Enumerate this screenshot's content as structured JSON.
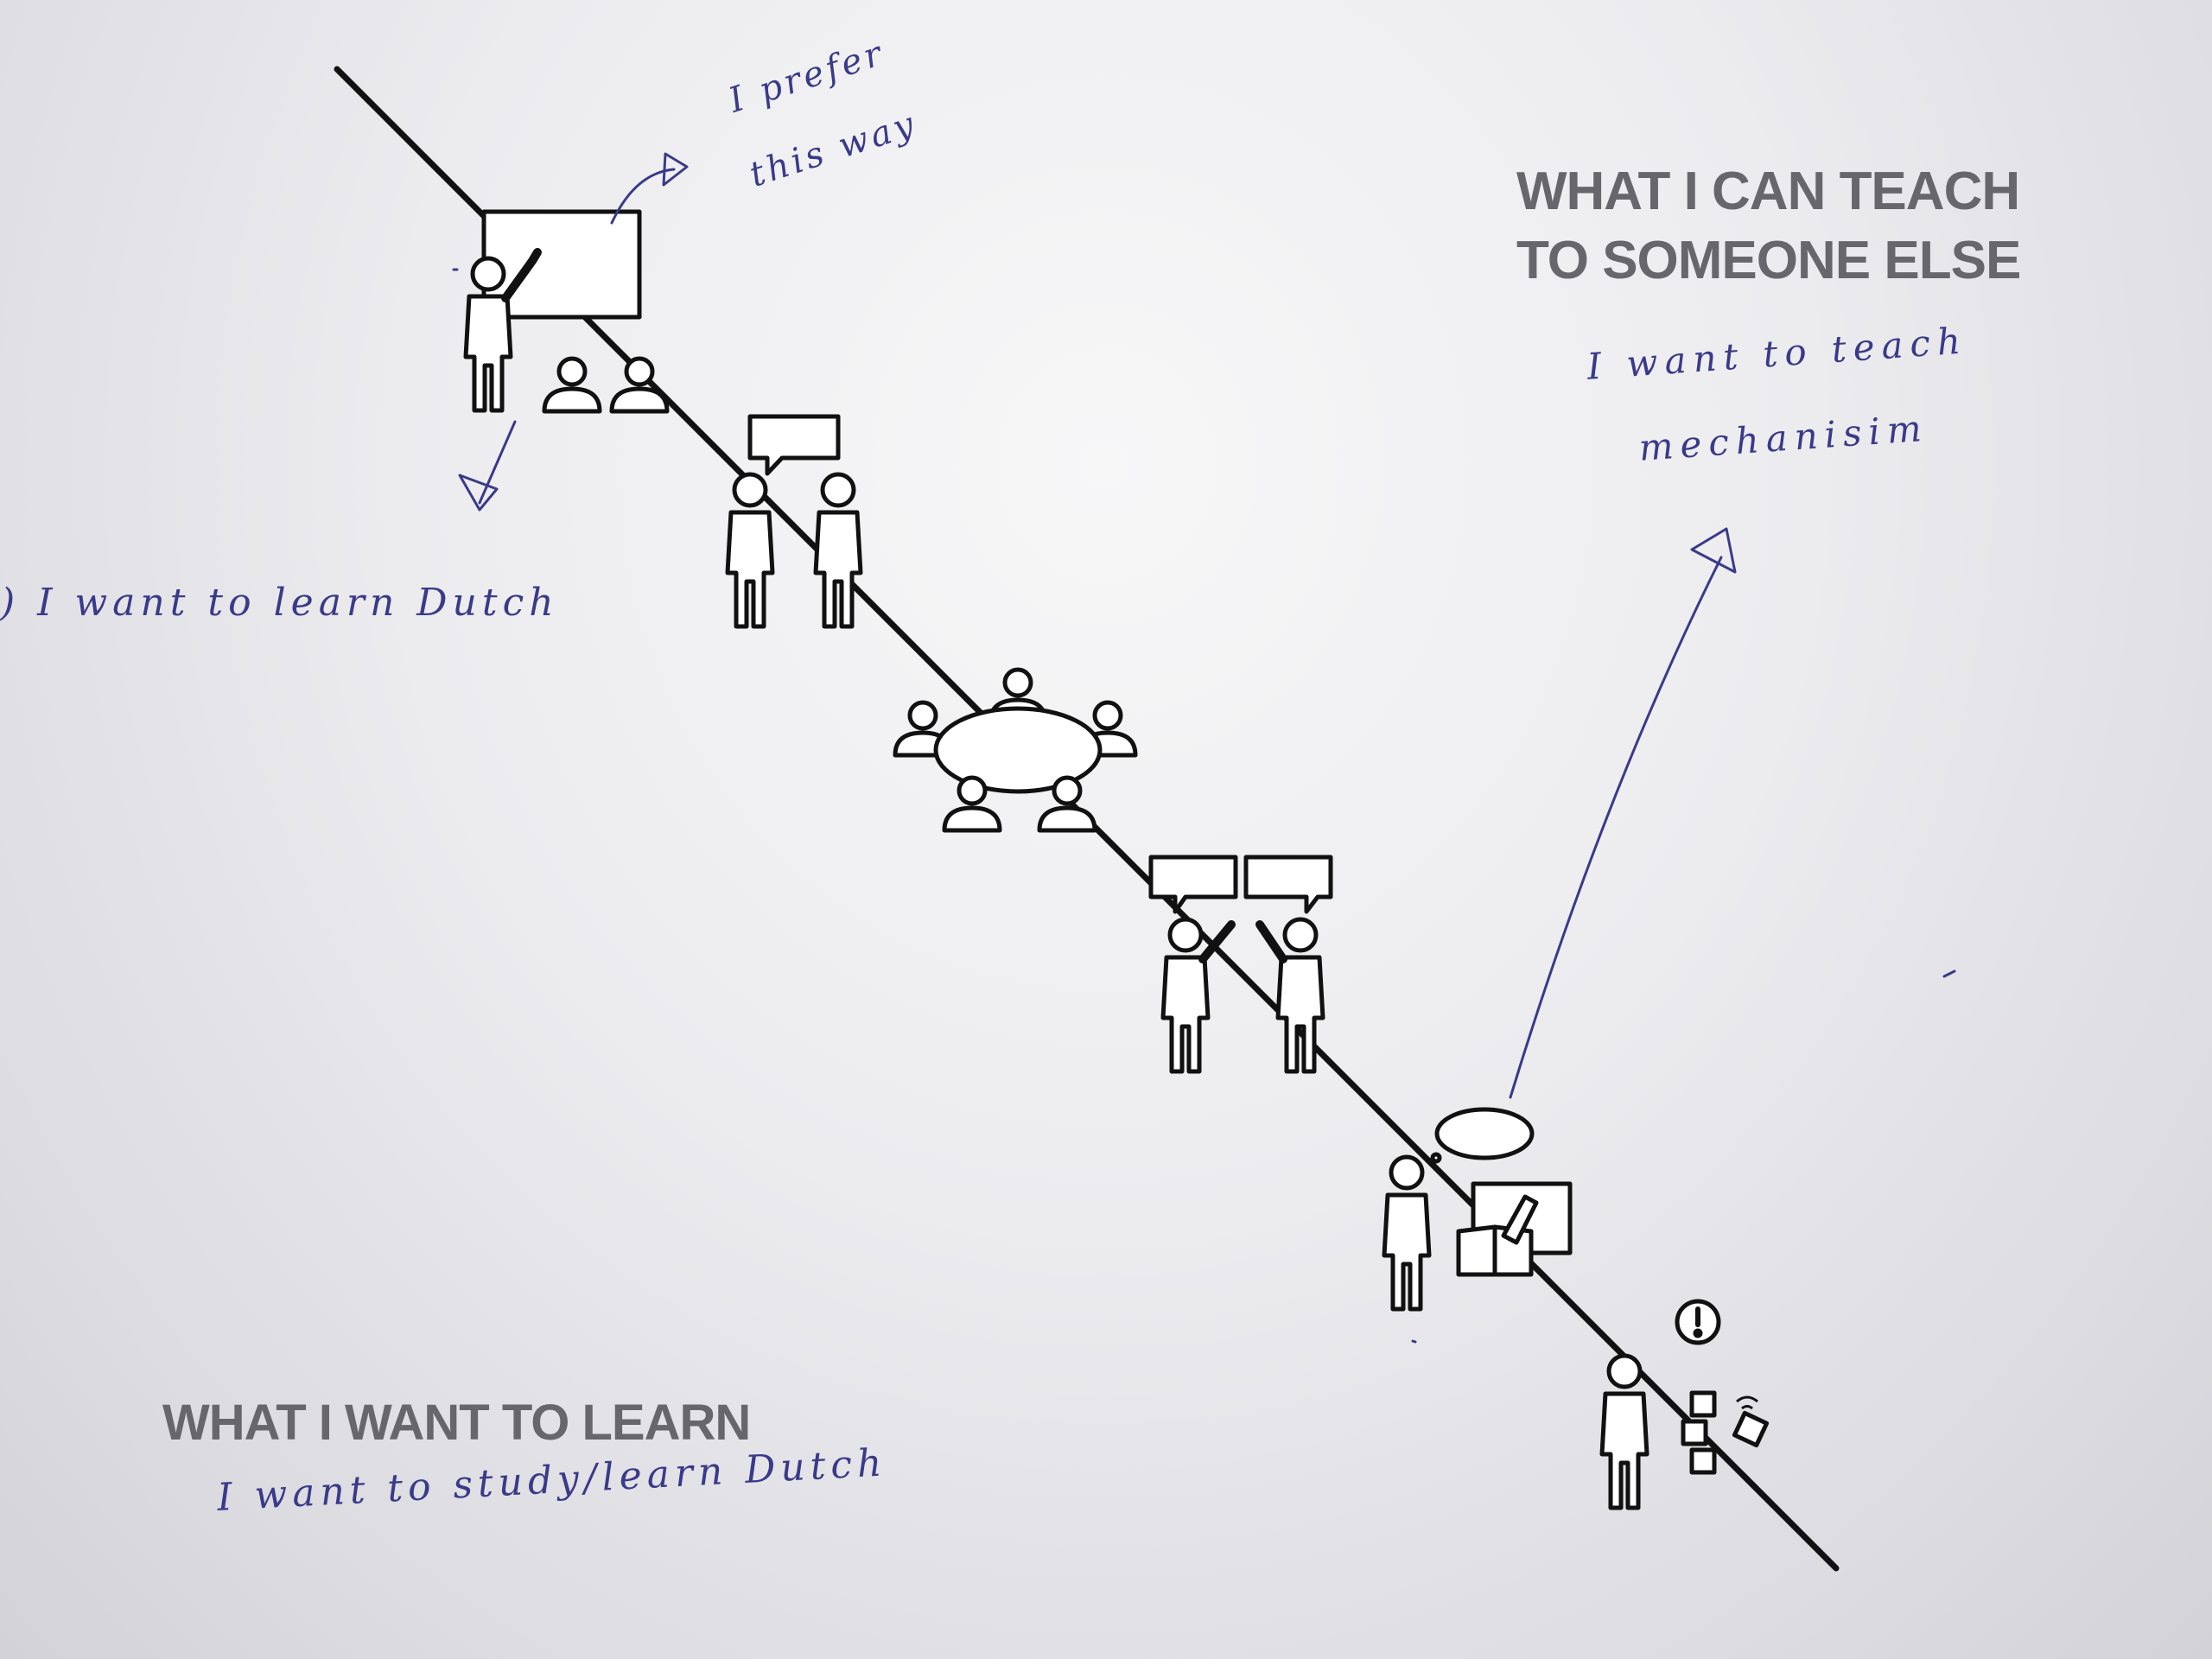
{
  "headings": {
    "teach": [
      "WHAT I CAN TEACH",
      "TO SOMEONE ELSE"
    ],
    "learn": "WHAT I WANT TO LEARN"
  },
  "handwritten_notes": {
    "prefer": [
      "I prefer",
      "this way"
    ],
    "learn_dutch_top": ") I want to learn Dutch",
    "teach_mechanism": [
      "I want to teach",
      "mechanisim"
    ],
    "learn_dutch_bottom": "I want to study/learn Dutch"
  },
  "colors": {
    "heading": "#66666b",
    "ink": "#3a3a8a",
    "line": "#111111"
  },
  "icons": [
    "lecture-presenter-icon",
    "conversation-pair-icon",
    "round-table-group-icon",
    "discussion-pair-icon",
    "self-study-icon",
    "hands-on-practice-icon"
  ]
}
